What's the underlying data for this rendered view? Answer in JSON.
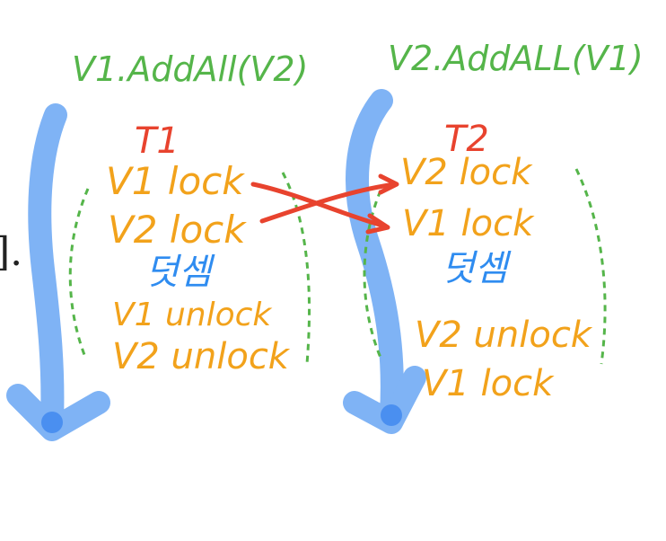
{
  "colors": {
    "green": "#55b54a",
    "red": "#e8432e",
    "orange": "#f2a21b",
    "blue": "#2f8cf0",
    "arrow_blue": "#7fb3f5",
    "arrow_blue_dark": "#4a8ff0"
  },
  "left": {
    "title": "V1.AddAll(V2)",
    "thread": "T1",
    "step1": "V1 lock",
    "step2": "V2 lock",
    "body": "덧셈",
    "step3": "V1 unlock",
    "step4": "V2 unlock"
  },
  "right": {
    "title": "V2.AddALL(V1)",
    "thread": "T2",
    "step1": "V2 lock",
    "step2": "V1 lock",
    "body": "덧셈",
    "step3": "V2 unlock",
    "step4": "V1 lock"
  },
  "edge_fragment": "].",
  "icons": [
    "down-arrow-icon",
    "cross-arrow-icon",
    "bracket-icon"
  ]
}
